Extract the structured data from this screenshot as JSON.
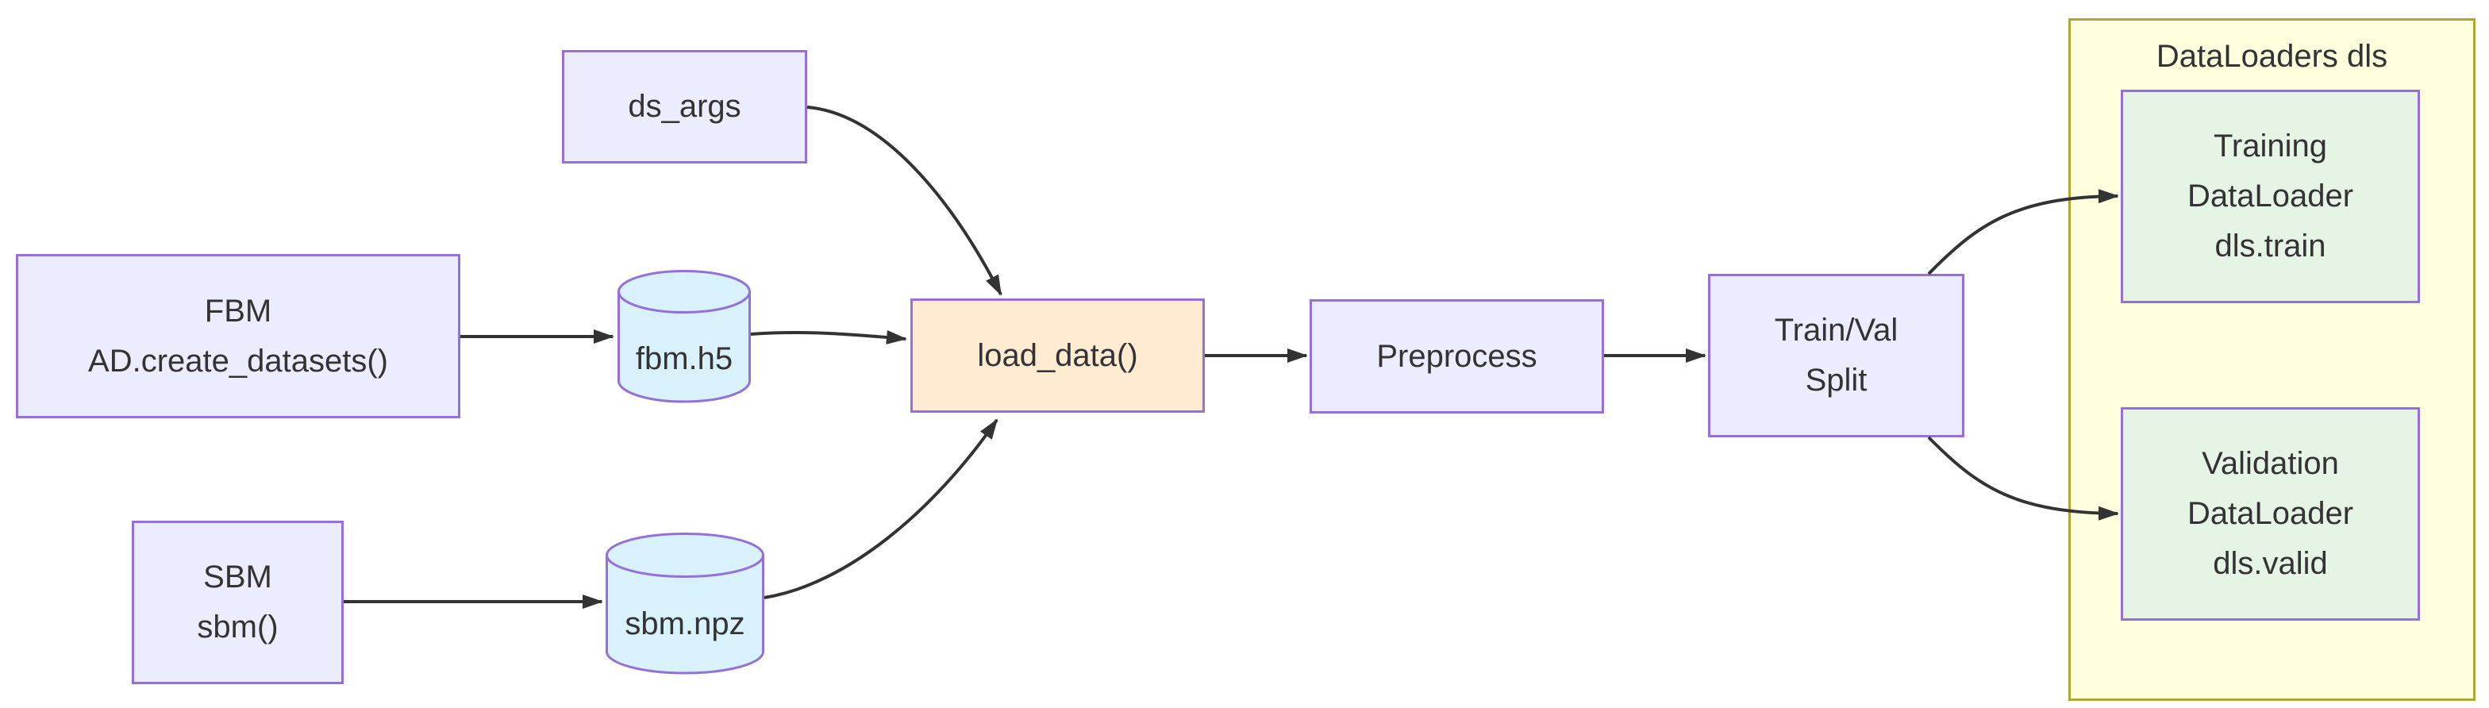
{
  "diagram": {
    "type": "flowchart-left-to-right",
    "cluster": {
      "title": "DataLoaders dls"
    },
    "nodes": {
      "ds_args": {
        "shape": "rect",
        "lines": [
          "ds_args"
        ]
      },
      "fbm": {
        "shape": "rect",
        "lines": [
          "FBM",
          "AD.create_datasets()"
        ]
      },
      "fbm_h5": {
        "shape": "cylinder",
        "lines": [
          "fbm.h5"
        ]
      },
      "sbm": {
        "shape": "rect",
        "lines": [
          "SBM",
          "sbm()"
        ]
      },
      "sbm_npz": {
        "shape": "cylinder",
        "lines": [
          "sbm.npz"
        ]
      },
      "load_data": {
        "shape": "rect",
        "lines": [
          "load_data()"
        ]
      },
      "preprocess": {
        "shape": "rect",
        "lines": [
          "Preprocess"
        ]
      },
      "split": {
        "shape": "rect",
        "lines": [
          "Train/Val",
          "Split"
        ]
      },
      "train_dl": {
        "shape": "rect",
        "lines": [
          "Training",
          "DataLoader",
          "dls.train"
        ]
      },
      "valid_dl": {
        "shape": "rect",
        "lines": [
          "Validation",
          "DataLoader",
          "dls.valid"
        ]
      }
    },
    "edges": [
      {
        "from": "ds_args",
        "to": "load_data"
      },
      {
        "from": "fbm",
        "to": "fbm_h5"
      },
      {
        "from": "fbm_h5",
        "to": "load_data"
      },
      {
        "from": "sbm",
        "to": "sbm_npz"
      },
      {
        "from": "sbm_npz",
        "to": "load_data"
      },
      {
        "from": "load_data",
        "to": "preprocess"
      },
      {
        "from": "preprocess",
        "to": "split"
      },
      {
        "from": "split",
        "to": "train_dl"
      },
      {
        "from": "split",
        "to": "valid_dl"
      }
    ],
    "colors": {
      "node_fill": "#ECECFF",
      "node_border": "#9370DB",
      "db_fill": "#D8F1FB",
      "process_fill": "#FFEAD2",
      "dataloader_fill": "#E6F4E6",
      "cluster_fill": "#FFFFDE",
      "cluster_border": "#AAAA33",
      "edge_stroke": "#333333",
      "text": "#333333"
    }
  }
}
